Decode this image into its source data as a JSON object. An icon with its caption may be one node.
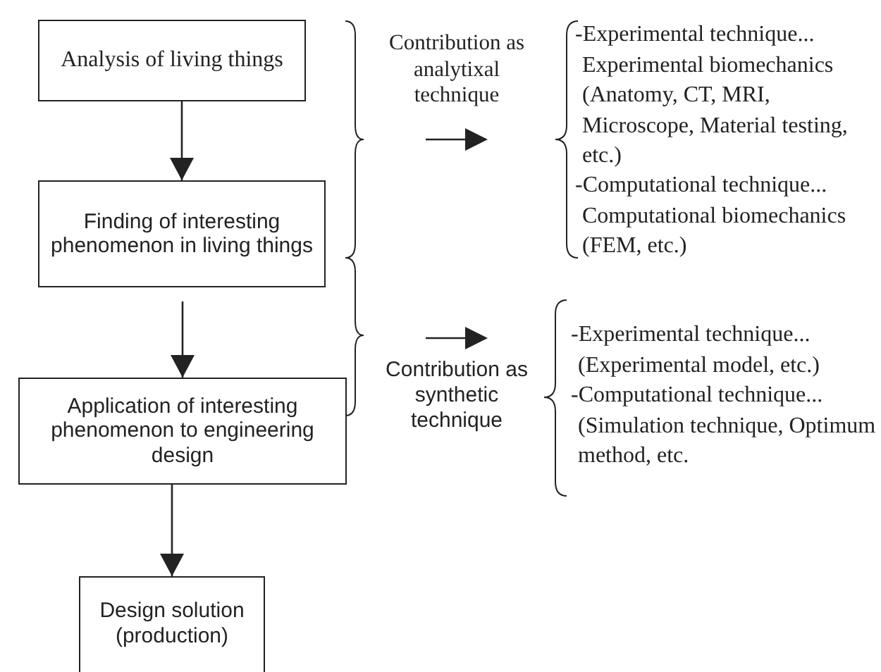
{
  "diagram": {
    "nodes": [
      {
        "text": [
          "Analysis of living things"
        ]
      },
      {
        "text": [
          "Finding of interesting phenomenon in living things"
        ]
      },
      {
        "text": [
          "Application of interesting phenomenon to engineering design"
        ]
      },
      {
        "text": [
          "Design solution (production)"
        ]
      }
    ],
    "edges": [
      {
        "from": 0,
        "to": 1,
        "arrow": "to"
      },
      {
        "from": 1,
        "to": 2,
        "arrow": "to"
      },
      {
        "from": 2,
        "to": 3,
        "arrow": "to"
      }
    ],
    "labels": [
      "Contribution as analytixal technique",
      "-Experimental technique... Experimental biomechanics (Anatomy, CT, MRI, Microscope, Material testing, etc.)",
      "-Computational technique... Computational biomechanics (FEM, etc.)",
      "Contribution as synthetic technique",
      "-Experimental technique... (Experimental model, etc.)",
      "-Computational technique... (Simulation technique, Optimum method, etc."
    ]
  }
}
